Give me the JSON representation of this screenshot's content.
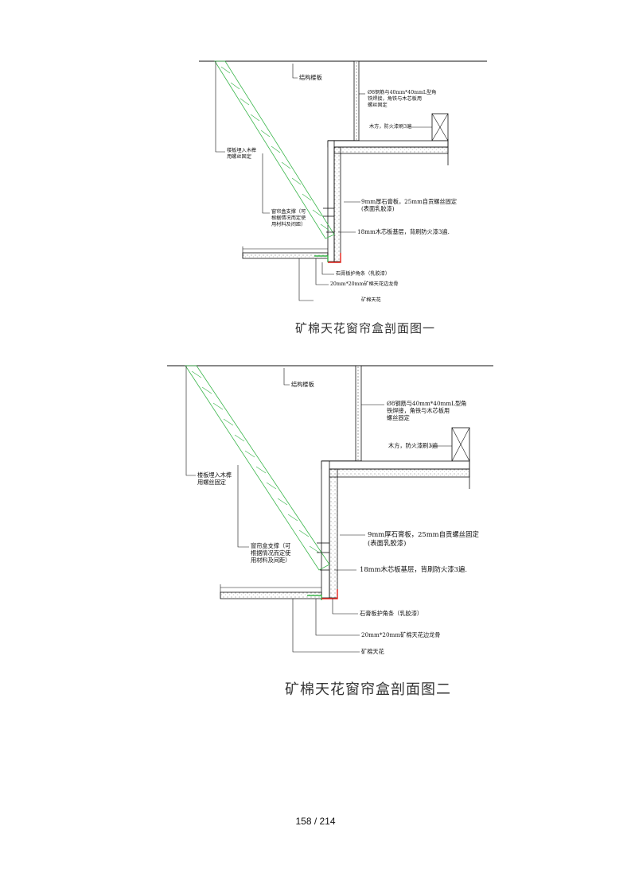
{
  "figure1": {
    "caption": "矿棉天花窗帘盒剖面图一",
    "labels": {
      "slab": "结构楼板",
      "steel": "Ø8钢筋与40mm*40mmL型角\n铁焊接，角铁与木芯板用\n螺丝固定",
      "timber": "木方，防火漆刷3遍",
      "anchor": "楼板埋入木榫\n用螺丝固定",
      "gypsum": "9mm厚石膏板，25mm自贡螺丝固定\n(表面乳胶漆)",
      "bracket": "窗帘盒支撑（可\n根据情况而定使\n用材料及间距）",
      "core": "18mm木芯板基层，背刷防火漆3遍.",
      "corner": "石膏板护角条（乳胶漆）",
      "keel": "20mm*20mm矿棉天花边龙骨",
      "ceiling": "矿棉天花"
    }
  },
  "figure2": {
    "caption": "矿棉天花窗帘盒剖面图二",
    "labels": {
      "slab": "结构楼板",
      "steel": "Ø8钢筋与40mm*40mmL型角\n铁焊接，角铁与木芯板用\n螺丝固定",
      "timber": "木方，防火漆刷3遍",
      "anchor": "楼板埋入木榫\n用螺丝固定",
      "gypsum": "9mm厚石膏板，25mm自贡螺丝固定\n(表面乳胶漆)",
      "bracket": "窗帘盒支撑（可\n根据情况而定使\n用材料及间距）",
      "core": "18mm木芯板基层，背刷防火漆3遍.",
      "corner": "石膏板护角条（乳胶漆）",
      "keel": "20mm*20mm矿棉天花边龙骨",
      "ceiling": "矿棉天花"
    }
  },
  "footer": {
    "page": "158 / 214"
  },
  "colors": {
    "line": "#111111",
    "hatch": "#39b54a",
    "corner": "#e32119"
  }
}
